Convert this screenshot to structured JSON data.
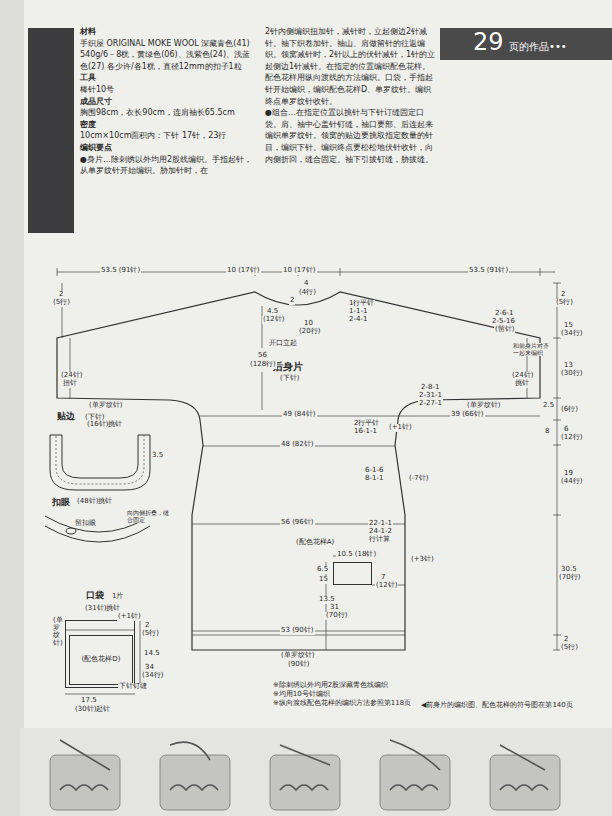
{
  "diagram": {
    "nodes": [
      {
        "text": [
          "后身片",
          "(下针)"
        ]
      },
      {
        "text": [
          "(配色花样A)"
        ]
      },
      {
        "text": [
          "贴边",
          "(下针)"
        ]
      },
      {
        "text": [
          "扣眼"
        ]
      },
      {
        "text": [
          "口袋",
          "1片"
        ]
      },
      {
        "text": [
          "(配色花样D)"
        ],
        "in": 4
      }
    ],
    "labels": [
      "材料",
      "手织屋 ORIGINAL MOKE WOOL 深藏青色(41) 540g/6－8桄，黄绿色(06)、浅紫色(24)、浅蓝色(27) 各少许/各1桄，直径12mm的扣子1粒",
      "工具",
      "棒针10号",
      "成品尺寸",
      "胸围98cm，衣长90cm，连肩袖长65.5cm",
      "密度",
      "10cm×10cm面积内：下针 17针，23行",
      "编织要点",
      "●身片…除刺绣以外均用2股线编织。手指起针，从单罗纹针开始编织。胁加针时，在",
      "2针内侧编织扭加针，减针时，立起侧边2针减针。袖下织卷加针。袖山、肩做留针的往返编织。领窝减针时，2针以上的伏针减针，1针的立起侧边1针减针。在指定的位置编织配色花样。配色花样用纵向渡线的方法编织。口袋，手指起针开始编织，编织配色花样D、单罗纹针。编织终点单罗纹针收针。",
      "●组合…在指定位置以挑针与下针订缝固定口袋。肩、袖中心盖针钉缝，袖口要部、后连起来编织单罗纹针。领窝的贴边要挑取指定数量的针目，编织下针。编织终点要松松地伏针收针，向内侧折回，缝合固定。袖下引拔钉缝，胁拔缝。",
      "29",
      "页的作品•••",
      "53.5 (91针)",
      "10 (17针)",
      "10 (17针)",
      "53.5 (91针)",
      "2",
      "(5行)",
      "2",
      "(5行)",
      "4",
      "(4行)",
      "2",
      "4.5",
      "(12针)",
      "10",
      "(20行)",
      "1行平针",
      "1-1-1",
      "2-4-1",
      "开口立起",
      "56",
      "(128行)",
      "2-6-1",
      "2-5-16",
      "(留针)",
      "和前身片对齐一起来编织",
      "15",
      "(34行)",
      "13",
      "(30行)",
      "2.5",
      "(6行)",
      "6",
      "(12行)",
      "8",
      "19",
      "(44行)",
      "30.5",
      "(70行)",
      "2",
      "(5行)",
      "(24针)",
      "扭针",
      "(单罗纹针)",
      "(单罗纹针)",
      "(24针)",
      "挑针",
      "2-8-1",
      "2-31-1",
      "2-27-1",
      "49 (84针)",
      "39 (66针)",
      "2行平针",
      "16-1-1",
      "(+1针)",
      "48 (82针)",
      "6-1-6",
      "8-1-1",
      "(-7针)",
      "56 (96针)",
      "22-1-1",
      "24-1-2",
      "行计算",
      "(+3针)",
      "10.5 (18针)",
      "6.5",
      "15",
      "7",
      "(12针)",
      "13.5",
      "31",
      "(70行)",
      "53 (90针)",
      "(单罗纹针)",
      "(90针)",
      "※除刺绣以外均用2股深藏青色线编织",
      "※均用10号针编织",
      "※纵向渡线配色花样的编织方法参照第118页",
      "◀前身片的编织图、配色花样的符号图在第140页",
      "(16针)挑针",
      "3.5",
      "(48针)挑针",
      "留扣眼",
      "向内侧折叠，缝合固定",
      "(31针)挑针",
      "(+1针)",
      "(单罗纹针)",
      "2",
      "(5行)",
      "14.5",
      "34",
      "(34行)",
      "下针钉缝",
      "17.5",
      "(30针)起针"
    ]
  }
}
